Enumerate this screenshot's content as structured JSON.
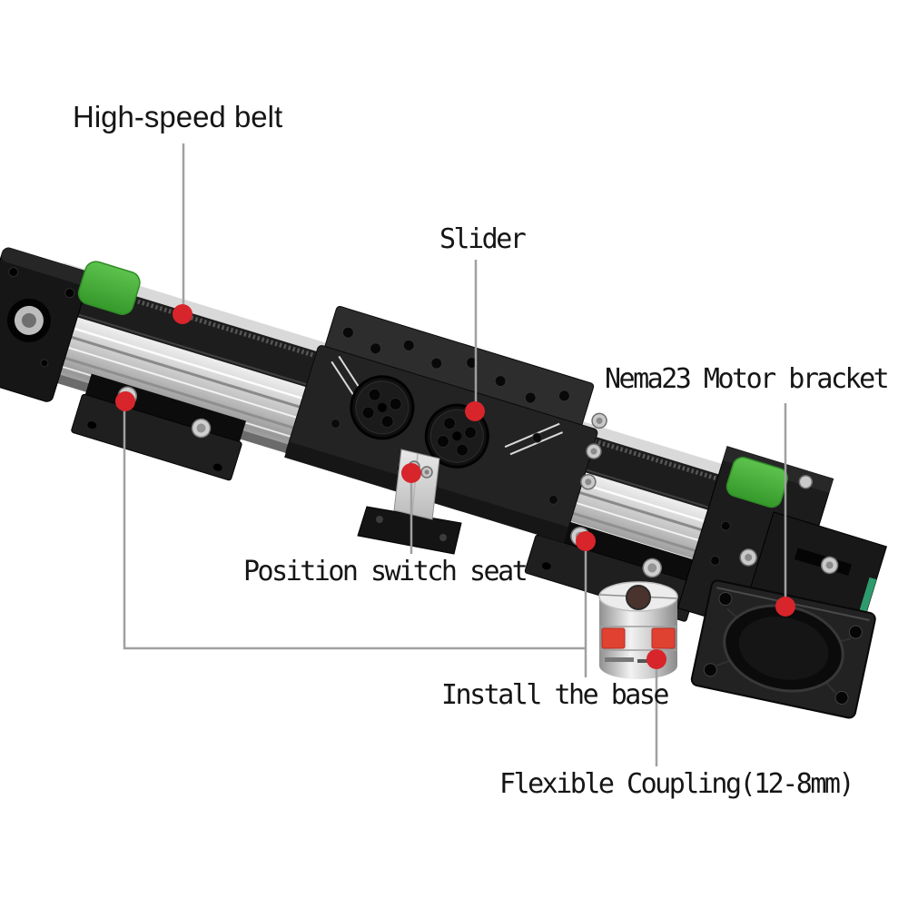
{
  "diagram": {
    "background_color": "#ffffff",
    "leader_line_color": "#a0a0a0",
    "marker_color": "#d8242b",
    "green_cap_color": "#44b137",
    "coupling_spider_color": "#e04232",
    "annotations": {
      "high_speed_belt": {
        "text": "High-speed belt"
      },
      "slider": {
        "text": "Slider"
      },
      "nema23_motor_bracket": {
        "text": "Nema23 Motor bracket"
      },
      "position_switch_seat": {
        "text": "Position switch seat"
      },
      "install_the_base": {
        "text": "Install the base"
      },
      "flexible_coupling": {
        "text": "Flexible Coupling(12-8mm)"
      }
    },
    "parts": [
      "left-end-block",
      "high-speed-belt",
      "aluminium-rail-extrusion",
      "slider-carriage",
      "position-switch-seat",
      "base-bracket-left",
      "base-bracket-right",
      "nema23-motor-bracket",
      "motor-mount-flange",
      "flexible-coupling",
      "green-end-cap-left",
      "green-end-cap-right"
    ]
  }
}
